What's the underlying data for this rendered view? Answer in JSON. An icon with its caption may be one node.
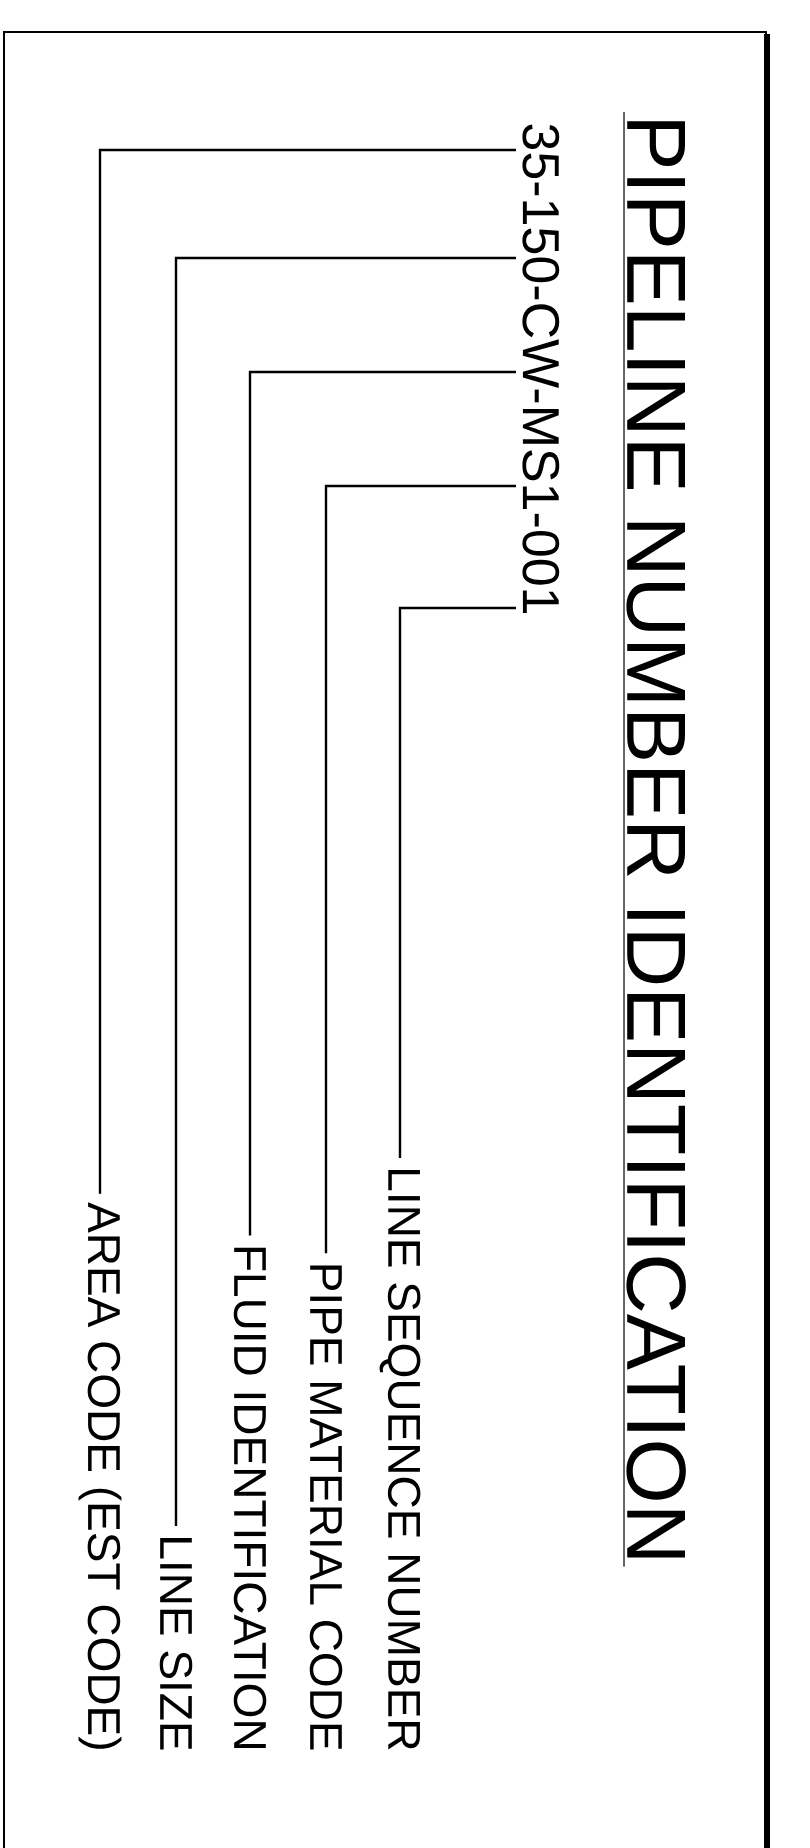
{
  "diagram": {
    "title": "PIPELINE NUMBER IDENTIFICATION",
    "nodes": [
      {
        "text": [
          "35-150-CW-MS1-001"
        ]
      },
      {
        "text": [
          "LINE SEQUENCE NUMBER"
        ]
      },
      {
        "text": [
          "PIPE MATERIAL CODE"
        ]
      },
      {
        "text": [
          "FLUID IDENTIFICATION"
        ]
      },
      {
        "text": [
          "LINE SIZE"
        ]
      },
      {
        "text": [
          "AREA CODE (EST CODE)"
        ]
      }
    ],
    "edges": [
      {
        "from": 1,
        "to": 0,
        "arrow": "none"
      },
      {
        "from": 2,
        "to": 0,
        "arrow": "none"
      },
      {
        "from": 3,
        "to": 0,
        "arrow": "none"
      },
      {
        "from": 4,
        "to": 0,
        "arrow": "none"
      },
      {
        "from": 5,
        "to": 0,
        "arrow": "none"
      }
    ]
  }
}
